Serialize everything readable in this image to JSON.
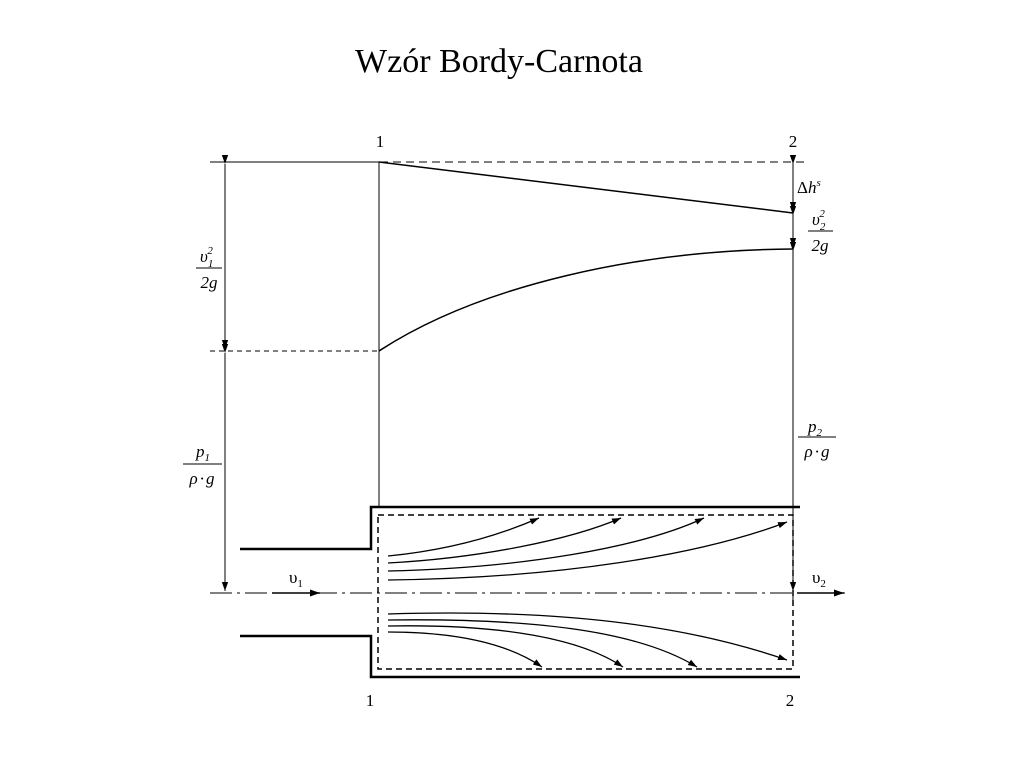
{
  "title": "Wzór Bordy-Carnota",
  "sections": {
    "top_left": "1",
    "top_right": "2",
    "bottom_left": "1",
    "bottom_right": "2"
  },
  "labels": {
    "v1_sq_over_2g": {
      "sym": "υ",
      "sub": "1",
      "sup": "2",
      "den": "2g"
    },
    "p1_over_rho_g": {
      "num": "p",
      "sub": "1",
      "den_rho": "ρ",
      "den_dot": "·",
      "den_g": "g"
    },
    "delta_h": {
      "delta": "Δ",
      "h": "h",
      "sup": "s"
    },
    "v2_sq_over_2g": {
      "sym": "υ",
      "sub": "2",
      "sup": "2",
      "den": "2g"
    },
    "p2_over_rho_g": {
      "num": "p",
      "sub": "2",
      "den_rho": "ρ",
      "den_dot": "·",
      "den_g": "g"
    },
    "v1": {
      "sym": "υ",
      "sub": "1"
    },
    "v2": {
      "sym": "υ",
      "sub": "2"
    }
  }
}
